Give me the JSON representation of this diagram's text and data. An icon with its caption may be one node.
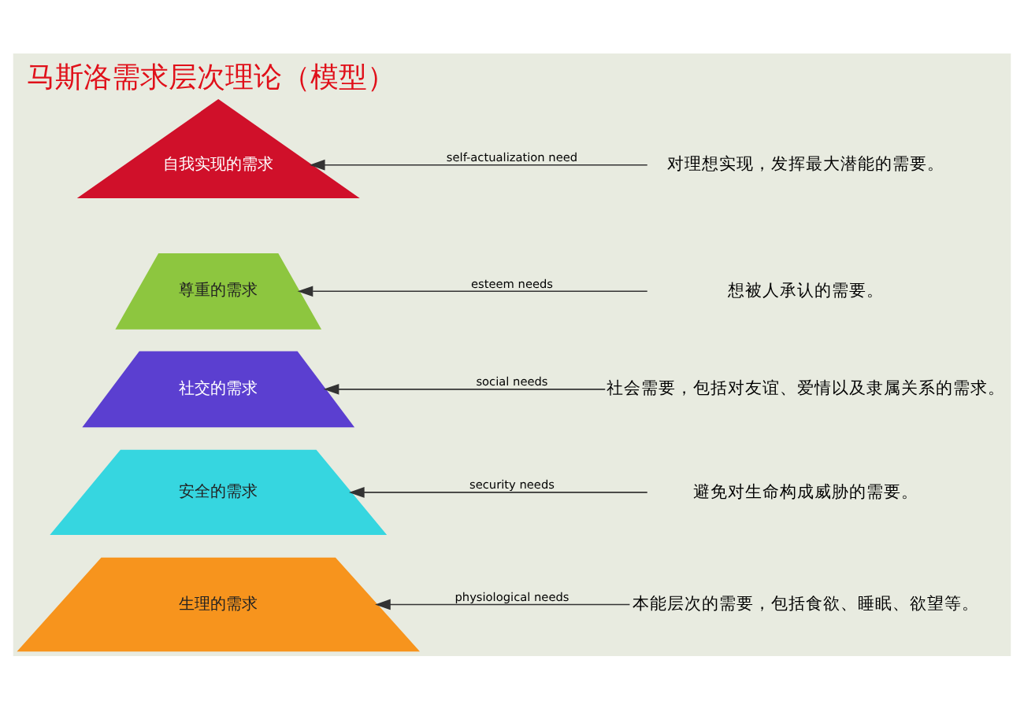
{
  "diagram": {
    "title": "马斯洛需求层次理论（模型）",
    "nodes": [
      {
        "text": [
          "自我实现的需求"
        ]
      },
      {
        "text": [
          "尊重的需求"
        ]
      },
      {
        "text": [
          "社交的需求"
        ]
      },
      {
        "text": [
          "安全的需求"
        ]
      },
      {
        "text": [
          "生理的需求"
        ]
      },
      {
        "text": [
          "对理想实现，发挥最大潜能的需要。"
        ]
      },
      {
        "text": [
          "想被人承认的需要。"
        ]
      },
      {
        "text": [
          "社会需要，包括对友谊、爱情以及隶属关系的需求。"
        ]
      },
      {
        "text": [
          "避免对生命构成威胁的需要。"
        ]
      },
      {
        "text": [
          "本能层次的需要，包括食欲、睡眠、欲望等。"
        ]
      }
    ],
    "edges": [
      {
        "from": 5,
        "to": 0,
        "arrow": "to",
        "label": "self-actualization need"
      },
      {
        "from": 6,
        "to": 1,
        "arrow": "to",
        "label": "esteem needs"
      },
      {
        "from": 7,
        "to": 2,
        "arrow": "to",
        "label": "social needs"
      },
      {
        "from": 8,
        "to": 3,
        "arrow": "to",
        "label": "security needs"
      },
      {
        "from": 9,
        "to": 4,
        "arrow": "to",
        "label": "physiological needs"
      }
    ]
  }
}
